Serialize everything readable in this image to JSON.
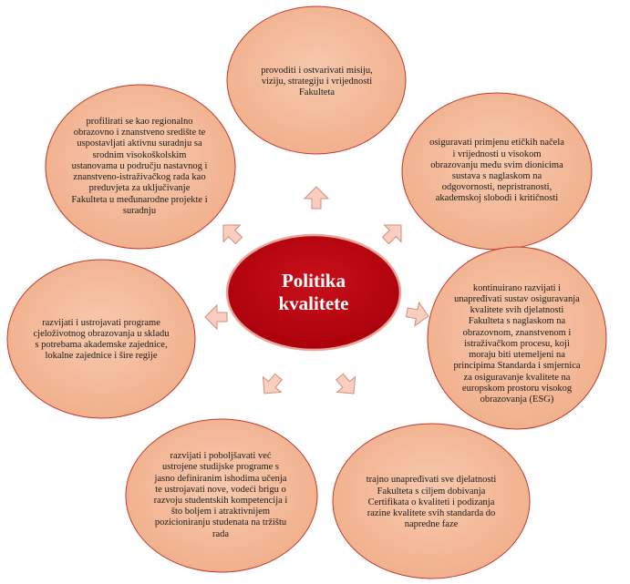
{
  "center": {
    "title_line1": "Politika",
    "title_line2": "kvalitete"
  },
  "goals": [
    "provoditi  i ostvarivati misiju, viziju,  strategiju i vrijednosti Fakulteta",
    "osiguravati primjenu etičkih načela i vrijednosti  u visokom obrazovanju  među svim dionicima  sustava s naglaskom na odgovornosti, nepristranosti,  akademskoj slobodi  i kritičnosti",
    "kontinuirano razvijati  i unapređivati sustav osiguravanja kvalitete svih djelatnosti Fakulteta s naglaskom  na obrazovnom, znanstvenom i istraživačkom procesu, koji moraju biti utemeljeni  na principima Standarda i smjernica za osiguravanje kvalitete na europskom prostoru visokog obrazovanja  (ESG)",
    "trajno unapređivati sve djelatnosti  Fakulteta  s ciljem dobivanja  Certifikata o kvaliteti  i podizanja  razine kvalitete svih standarda do napredne faze",
    "razvijati  i poboljšavati  već ustrojene studijske programe s jasno definiranim  ishodima učenja te ustrojavati  nove, vodeći brigu o razvoju studentskih kompetencija  i što boljem  i atraktivnijem pozicioniranju  studenata na tržištu rada",
    "razvijati  i ustrojavati programe cjeloživotnog obrazovanja  u skladu  s potrebama akademske zajednice,  lokalne zajednice i šire regije",
    "profilirati  se kao regionalno obrazovno i znanstveno središte te uspostavljati aktivnu suradnju sa srodnim visokoškolskim  ustanovama u području nastavnog i znanstveno-istraživačkog rada kao preduvjeta za uključivanje  Fakulteta u međunarodne projekte i suradnju"
  ],
  "colors": {
    "circle_fill": "#F3BB9C",
    "circle_stroke": "#C0392B",
    "center_fill": "#C00000",
    "center_stroke": "#E8A49A",
    "arrow_fill": "#F7CEC0",
    "arrow_stroke": "#D58C7C"
  }
}
